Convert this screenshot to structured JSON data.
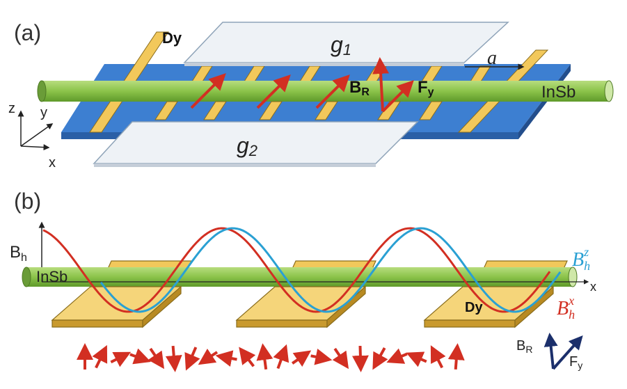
{
  "panel_a": {
    "label": "(a)",
    "gates": {
      "g1_main": "g",
      "g1_sub": "1",
      "g2_main": "g",
      "g2_sub": "2"
    },
    "dy_label": "Dy",
    "spacing_label": "a",
    "nanowire_label": "InSb",
    "br_main": "B",
    "br_sub": "R",
    "fy_main": "F",
    "fy_sub": "y",
    "axes": {
      "z": "z",
      "y": "y",
      "x": "x"
    },
    "colors": {
      "substrate": "#3d7fd1",
      "nanowire": "#8bc34a",
      "dy": "#f2c85b",
      "gate": "#eef2f6",
      "arrow": "#d22f22"
    }
  },
  "panel_b": {
    "label": "(b)",
    "bh_main": "B",
    "bh_sub": "h",
    "nanowire_label": "InSb",
    "x_axis": "x",
    "bhz_main": "B",
    "bhz_sub": "h",
    "bhz_sup": "z",
    "bhx_main": "B",
    "bhx_sub": "h",
    "bhx_sup": "x",
    "dy_label": "Dy",
    "br_main": "B",
    "br_sub": "R",
    "fy_main": "F",
    "fy_sub": "y",
    "colors": {
      "bhz": "#2aa0d3",
      "bhx": "#d22f22",
      "vector_key": "#1b2f6b"
    }
  }
}
